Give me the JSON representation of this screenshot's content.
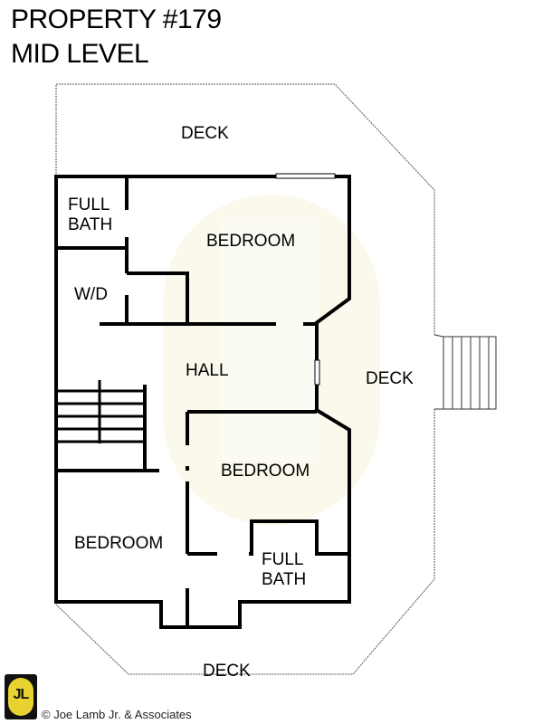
{
  "header": {
    "title": "PROPERTY #179",
    "subtitle": "MID LEVEL"
  },
  "rooms": {
    "deck_top": "DECK",
    "full_bath_1_line1": "FULL",
    "full_bath_1_line2": "BATH",
    "bedroom_top": "BEDROOM",
    "wd": "W/D",
    "hall": "HALL",
    "deck_right": "DECK",
    "bedroom_middle": "BEDROOM",
    "bedroom_left": "BEDROOM",
    "full_bath_2_line1": "FULL",
    "full_bath_2_line2": "BATH",
    "deck_bottom": "DECK"
  },
  "logo": {
    "text": "JL",
    "colors": {
      "badge": "#111111",
      "fill": "#e8d230"
    }
  },
  "footer": {
    "copyright": "© Joe Lamb Jr. & Associates"
  }
}
